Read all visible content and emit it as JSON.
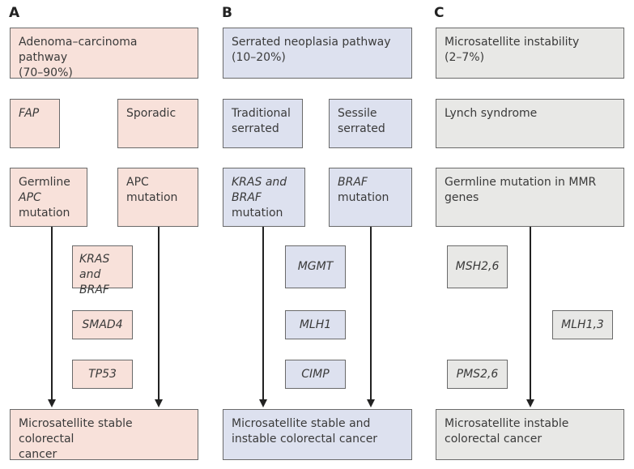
{
  "panels": {
    "A": {
      "letter": "A",
      "header": [
        "Adenoma–carcinoma pathway",
        "(70–90%)"
      ],
      "subtypes": [
        "FAP",
        "Sporadic"
      ],
      "mutations": [
        [
          "Germline",
          "APC",
          "mutation"
        ],
        [
          "APC",
          "mutation"
        ]
      ],
      "genes": [
        [
          "KRAS and",
          "BRAF"
        ],
        "SMAD4",
        "TP53"
      ],
      "result": [
        "Microsatellite stable colorectal",
        "cancer"
      ]
    },
    "B": {
      "letter": "B",
      "header": [
        "Serrated neoplasia pathway",
        "(10–20%)"
      ],
      "subtypes": [
        [
          "Traditional",
          "serrated"
        ],
        [
          "Sessile",
          "serrated"
        ]
      ],
      "mutations": [
        [
          "KRAS and",
          "BRAF",
          "mutation"
        ],
        [
          "BRAF",
          "mutation"
        ]
      ],
      "genes": [
        "MGMT",
        "MLH1",
        "CIMP"
      ],
      "result": [
        "Microsatellite stable and",
        "instable colorectal cancer"
      ]
    },
    "C": {
      "letter": "C",
      "header": [
        "Microsatellite instability",
        "(2–7%)"
      ],
      "subtype": "Lynch syndrome",
      "mutation": [
        "Germline mutation in MMR",
        "genes"
      ],
      "genes": [
        "MSH2,6",
        "MLH1,3",
        "PMS2,6"
      ],
      "result": [
        "Microsatellite instable",
        "colorectal cancer"
      ]
    }
  },
  "colors": {
    "A": "#f8e1da",
    "B": "#dde1ef",
    "C": "#e8e8e6"
  }
}
